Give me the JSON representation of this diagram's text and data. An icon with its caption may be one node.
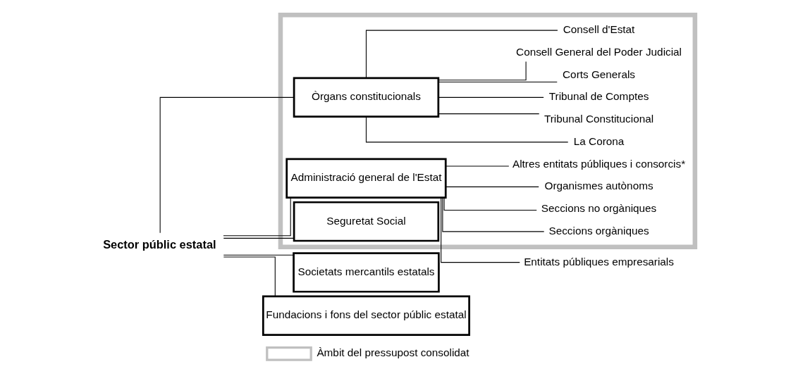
{
  "diagram": {
    "nodes": [
      {
        "text": [
          "Sector públic estatal"
        ]
      },
      {
        "text": [],
        "shape": "box"
      },
      {
        "text": [
          "Òrgans constitucionals"
        ],
        "in": 1
      },
      {
        "text": [
          "La Corona"
        ],
        "in": 1
      },
      {
        "text": [
          "Tribunal Constitucional"
        ],
        "in": 1
      },
      {
        "text": [
          "Tribunal de Comptes"
        ],
        "in": 1
      },
      {
        "text": [
          "Corts Generals"
        ],
        "in": 1
      },
      {
        "text": [
          "Consell General del Poder Judicial"
        ],
        "in": 1
      },
      {
        "text": [
          "Consell d'Estat"
        ],
        "in": 1
      },
      {
        "text": [
          "Administració general de l'Estat"
        ],
        "in": 1
      },
      {
        "text": [
          "Seccions orgàniques"
        ],
        "in": 1
      },
      {
        "text": [
          "Seccions no orgàniques"
        ],
        "in": 1
      },
      {
        "text": [
          "Organismes autònoms"
        ],
        "in": 1
      },
      {
        "text": [
          "Altres entitats públiques i consorcis*"
        ],
        "in": 1
      },
      {
        "text": [
          "Entitats públiques empresarials"
        ]
      },
      {
        "text": [
          "Seguretat Social"
        ],
        "in": 1
      },
      {
        "text": [
          "Societats mercantils estatals"
        ]
      },
      {
        "text": [
          "Fundacions i fons del sector públic estatal"
        ]
      }
    ],
    "edges": [
      {
        "from": 0,
        "to": 2,
        "arrow": "none"
      },
      {
        "from": 0,
        "to": 9,
        "arrow": "none"
      },
      {
        "from": 0,
        "to": 15,
        "arrow": "none"
      },
      {
        "from": 0,
        "to": 16,
        "arrow": "none"
      },
      {
        "from": 0,
        "to": 17,
        "arrow": "none"
      },
      {
        "from": 2,
        "to": 3,
        "arrow": "none"
      },
      {
        "from": 2,
        "to": 4,
        "arrow": "none"
      },
      {
        "from": 2,
        "to": 5,
        "arrow": "none"
      },
      {
        "from": 2,
        "to": 6,
        "arrow": "none"
      },
      {
        "from": 2,
        "to": 7,
        "arrow": "none"
      },
      {
        "from": 2,
        "to": 8,
        "arrow": "none"
      },
      {
        "from": 9,
        "to": 10,
        "arrow": "none"
      },
      {
        "from": 9,
        "to": 11,
        "arrow": "none"
      },
      {
        "from": 9,
        "to": 12,
        "arrow": "none"
      },
      {
        "from": 9,
        "to": 13,
        "arrow": "none"
      },
      {
        "from": 9,
        "to": 14,
        "arrow": "none"
      }
    ],
    "legend": [
      {
        "text": "Àmbit del pressupost consolidat"
      }
    ]
  }
}
